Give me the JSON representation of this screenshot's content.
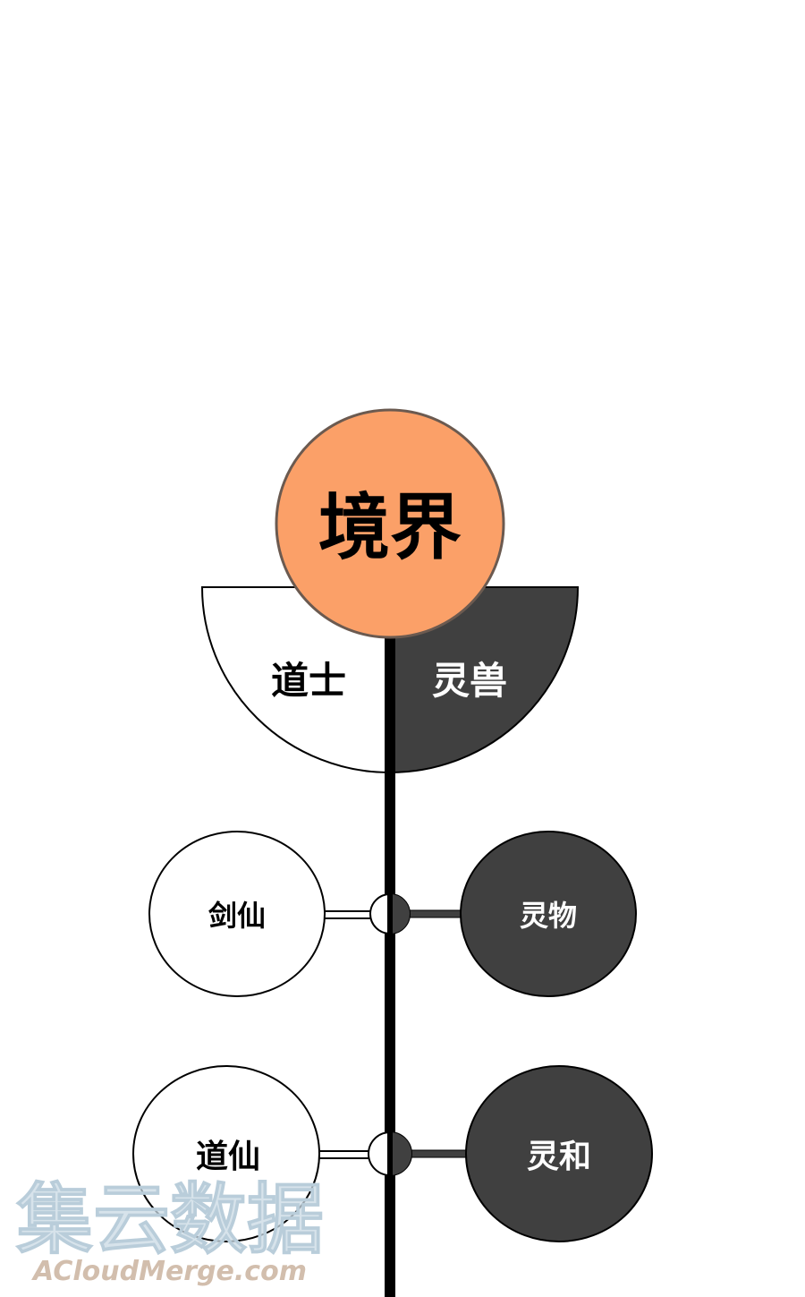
{
  "diagram": {
    "root": {
      "label": "境界",
      "color": "#FBA068",
      "border": "#6b5a50"
    },
    "left_branch": {
      "label": "道士",
      "fill": "#ffffff"
    },
    "right_branch": {
      "label": "灵兽",
      "fill": "#404040"
    },
    "levels": [
      {
        "left": "剑仙",
        "right": "灵物"
      },
      {
        "left": "道仙",
        "right": "灵和"
      }
    ],
    "colors": {
      "dark": "#404040",
      "light": "#ffffff",
      "line": "#000000"
    }
  },
  "watermark": {
    "cn": "集云数据",
    "en": "ACloudMerge.com"
  }
}
